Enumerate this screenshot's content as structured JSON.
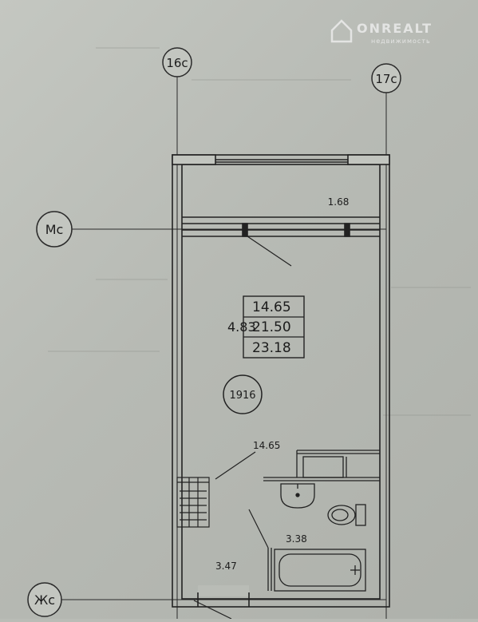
{
  "watermark": {
    "brand": "ONREALT",
    "tagline": "недвижимость"
  },
  "axes": {
    "top_left": "16с",
    "top_right": "17с",
    "middle": "Мс",
    "bottom": "Жс"
  },
  "balcony": {
    "area": "1.68"
  },
  "apartment": {
    "section": "4.83",
    "living_area": "14.65",
    "total_area": "21.50",
    "total_with_balcony": "23.18",
    "number": "1916"
  },
  "rooms": {
    "living_room": "14.65",
    "bathroom": "3.38",
    "hallway": "3.47"
  }
}
